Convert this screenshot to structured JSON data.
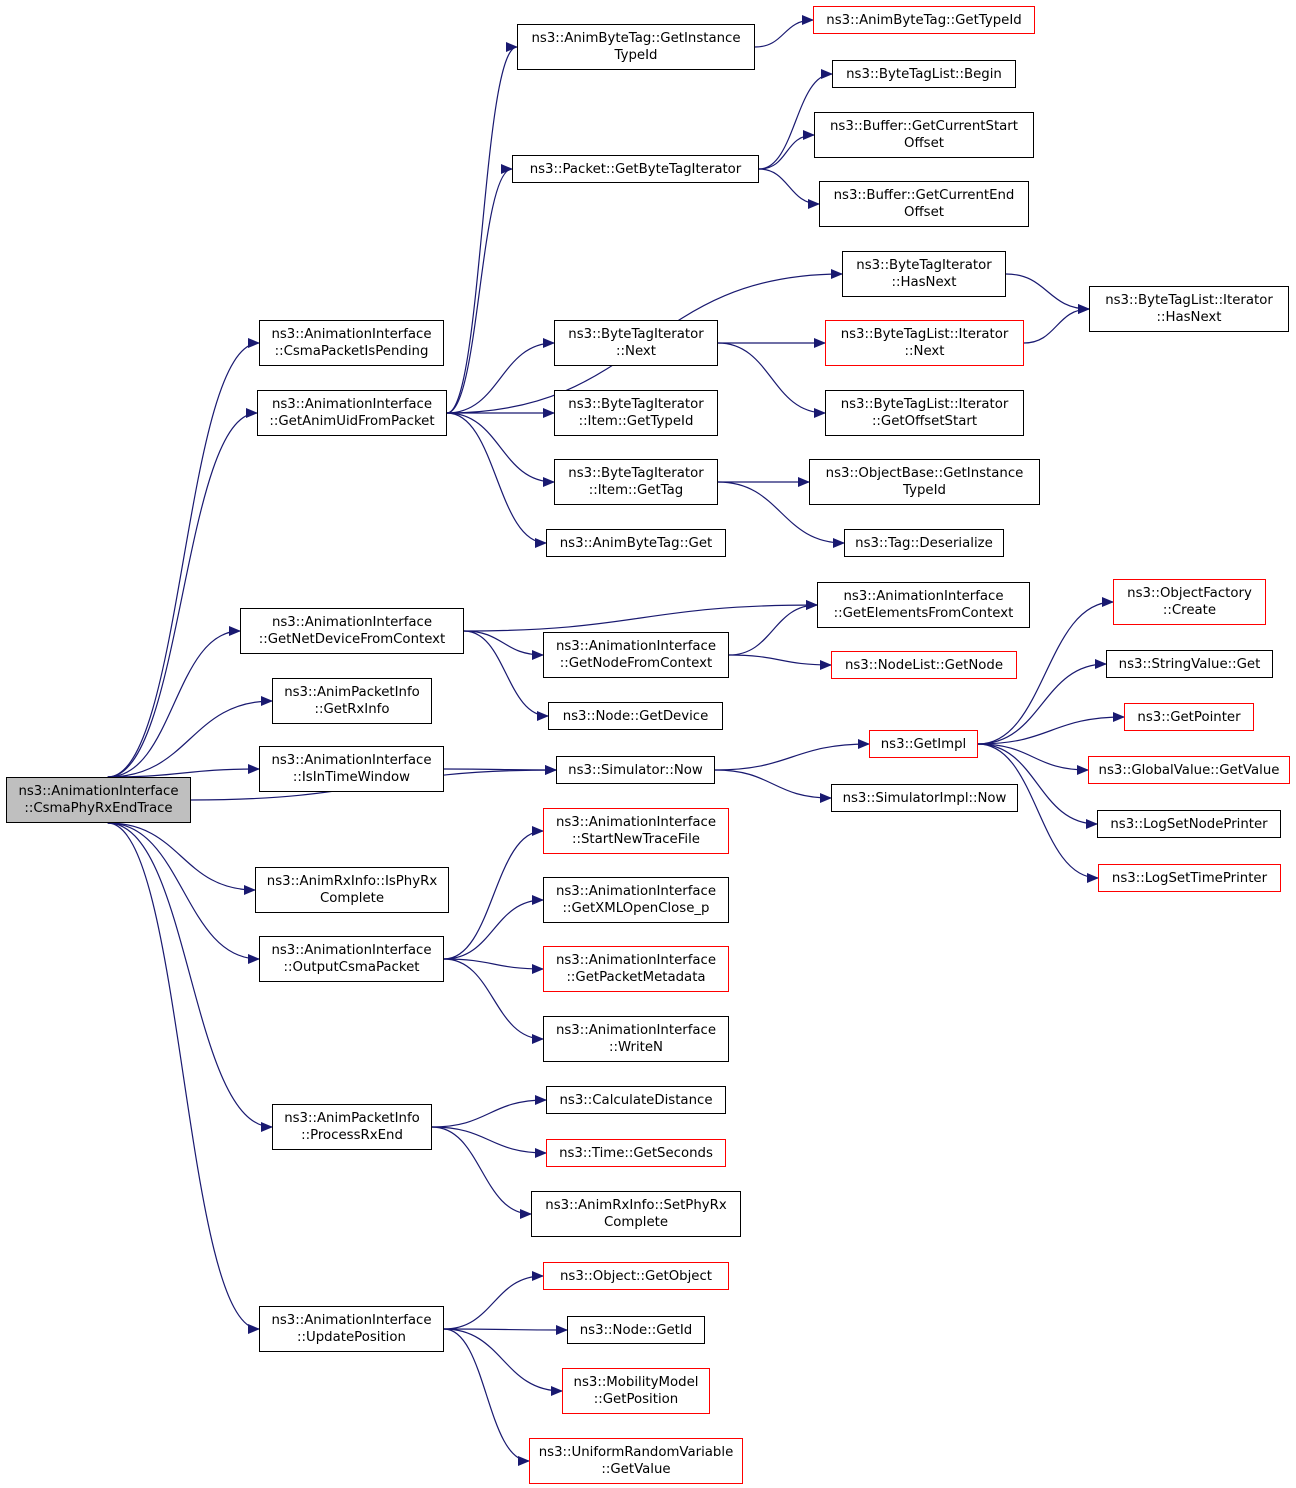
{
  "colors": {
    "edge": "#191970",
    "normal_border": "#000000",
    "truncated_border": "#ff0000",
    "root_fill": "#bfbfbf"
  },
  "nodes": [
    {
      "id": "root",
      "lines": [
        "ns3::AnimationInterface",
        "::CsmaPhyRxEndTrace"
      ],
      "style": "root"
    },
    {
      "id": "csma_pending",
      "lines": [
        "ns3::AnimationInterface",
        "::CsmaPacketIsPending"
      ],
      "style": "normal"
    },
    {
      "id": "get_anim_uid",
      "lines": [
        "ns3::AnimationInterface",
        "::GetAnimUidFromPacket"
      ],
      "style": "normal"
    },
    {
      "id": "get_netdevice",
      "lines": [
        "ns3::AnimationInterface",
        "::GetNetDeviceFromContext"
      ],
      "style": "normal"
    },
    {
      "id": "get_rxinfo",
      "lines": [
        "ns3::AnimPacketInfo",
        "::GetRxInfo"
      ],
      "style": "normal"
    },
    {
      "id": "is_in_time",
      "lines": [
        "ns3::AnimationInterface",
        "::IsInTimeWindow"
      ],
      "style": "normal"
    },
    {
      "id": "is_phy_rx",
      "lines": [
        "ns3::AnimRxInfo::IsPhyRx",
        "Complete"
      ],
      "style": "normal"
    },
    {
      "id": "output_csma",
      "lines": [
        "ns3::AnimationInterface",
        "::OutputCsmaPacket"
      ],
      "style": "normal"
    },
    {
      "id": "process_rx",
      "lines": [
        "ns3::AnimPacketInfo",
        "::ProcessRxEnd"
      ],
      "style": "normal"
    },
    {
      "id": "update_pos",
      "lines": [
        "ns3::AnimationInterface",
        "::UpdatePosition"
      ],
      "style": "normal"
    },
    {
      "id": "abt_instance",
      "lines": [
        "ns3::AnimByteTag::GetInstance",
        "TypeId"
      ],
      "style": "normal"
    },
    {
      "id": "abt_typeid",
      "lines": [
        "ns3::AnimByteTag::GetTypeId"
      ],
      "style": "truncated"
    },
    {
      "id": "btl_begin",
      "lines": [
        "ns3::ByteTagList::Begin"
      ],
      "style": "normal"
    },
    {
      "id": "buf_start",
      "lines": [
        "ns3::Buffer::GetCurrentStart",
        "Offset"
      ],
      "style": "normal"
    },
    {
      "id": "pkt_bti",
      "lines": [
        "ns3::Packet::GetByteTagIterator"
      ],
      "style": "normal"
    },
    {
      "id": "buf_end",
      "lines": [
        "ns3::Buffer::GetCurrentEnd",
        "Offset"
      ],
      "style": "normal"
    },
    {
      "id": "bti_hasnext",
      "lines": [
        "ns3::ByteTagIterator",
        "::HasNext"
      ],
      "style": "normal"
    },
    {
      "id": "btli_hasnext",
      "lines": [
        "ns3::ByteTagList::Iterator",
        "::HasNext"
      ],
      "style": "normal"
    },
    {
      "id": "bti_next",
      "lines": [
        "ns3::ByteTagIterator",
        "::Next"
      ],
      "style": "normal"
    },
    {
      "id": "btli_next",
      "lines": [
        "ns3::ByteTagList::Iterator",
        "::Next"
      ],
      "style": "truncated"
    },
    {
      "id": "bti_item_type",
      "lines": [
        "ns3::ByteTagIterator",
        "::Item::GetTypeId"
      ],
      "style": "normal"
    },
    {
      "id": "btli_offset",
      "lines": [
        "ns3::ByteTagList::Iterator",
        "::GetOffsetStart"
      ],
      "style": "normal"
    },
    {
      "id": "bti_item_tag",
      "lines": [
        "ns3::ByteTagIterator",
        "::Item::GetTag"
      ],
      "style": "normal"
    },
    {
      "id": "ob_instance",
      "lines": [
        "ns3::ObjectBase::GetInstance",
        "TypeId"
      ],
      "style": "normal"
    },
    {
      "id": "abt_get",
      "lines": [
        "ns3::AnimByteTag::Get"
      ],
      "style": "normal"
    },
    {
      "id": "tag_deser",
      "lines": [
        "ns3::Tag::Deserialize"
      ],
      "style": "normal"
    },
    {
      "id": "get_elements",
      "lines": [
        "ns3::AnimationInterface",
        "::GetElementsFromContext"
      ],
      "style": "normal"
    },
    {
      "id": "get_node_ctx",
      "lines": [
        "ns3::AnimationInterface",
        "::GetNodeFromContext"
      ],
      "style": "normal"
    },
    {
      "id": "nodelist_get",
      "lines": [
        "ns3::NodeList::GetNode"
      ],
      "style": "truncated"
    },
    {
      "id": "node_getdev",
      "lines": [
        "ns3::Node::GetDevice"
      ],
      "style": "normal"
    },
    {
      "id": "sim_now",
      "lines": [
        "ns3::Simulator::Now"
      ],
      "style": "normal"
    },
    {
      "id": "get_impl",
      "lines": [
        "ns3::GetImpl"
      ],
      "style": "truncated"
    },
    {
      "id": "simimpl_now",
      "lines": [
        "ns3::SimulatorImpl::Now"
      ],
      "style": "normal"
    },
    {
      "id": "of_create",
      "lines": [
        "ns3::ObjectFactory",
        "::Create"
      ],
      "style": "truncated"
    },
    {
      "id": "sv_get",
      "lines": [
        "ns3::StringValue::Get"
      ],
      "style": "normal"
    },
    {
      "id": "get_pointer",
      "lines": [
        "ns3::GetPointer"
      ],
      "style": "truncated"
    },
    {
      "id": "gv_getvalue",
      "lines": [
        "ns3::GlobalValue::GetValue"
      ],
      "style": "truncated"
    },
    {
      "id": "log_node",
      "lines": [
        "ns3::LogSetNodePrinter"
      ],
      "style": "normal"
    },
    {
      "id": "log_time",
      "lines": [
        "ns3::LogSetTimePrinter"
      ],
      "style": "truncated"
    },
    {
      "id": "start_trace",
      "lines": [
        "ns3::AnimationInterface",
        "::StartNewTraceFile"
      ],
      "style": "truncated"
    },
    {
      "id": "get_xml",
      "lines": [
        "ns3::AnimationInterface",
        "::GetXMLOpenClose_p"
      ],
      "style": "normal"
    },
    {
      "id": "get_pkt_meta",
      "lines": [
        "ns3::AnimationInterface",
        "::GetPacketMetadata"
      ],
      "style": "truncated"
    },
    {
      "id": "write_n",
      "lines": [
        "ns3::AnimationInterface",
        "::WriteN"
      ],
      "style": "normal"
    },
    {
      "id": "calc_dist",
      "lines": [
        "ns3::CalculateDistance"
      ],
      "style": "normal"
    },
    {
      "id": "time_sec",
      "lines": [
        "ns3::Time::GetSeconds"
      ],
      "style": "truncated"
    },
    {
      "id": "set_phy_rx",
      "lines": [
        "ns3::AnimRxInfo::SetPhyRx",
        "Complete"
      ],
      "style": "normal"
    },
    {
      "id": "get_object",
      "lines": [
        "ns3::Object::GetObject"
      ],
      "style": "truncated"
    },
    {
      "id": "node_getid",
      "lines": [
        "ns3::Node::GetId"
      ],
      "style": "normal"
    },
    {
      "id": "mm_getpos",
      "lines": [
        "ns3::MobilityModel",
        "::GetPosition"
      ],
      "style": "truncated"
    },
    {
      "id": "urv_getvalue",
      "lines": [
        "ns3::UniformRandomVariable",
        "::GetValue"
      ],
      "style": "truncated"
    }
  ],
  "edges": [
    [
      "root",
      "csma_pending"
    ],
    [
      "root",
      "get_anim_uid"
    ],
    [
      "root",
      "get_netdevice"
    ],
    [
      "root",
      "get_rxinfo"
    ],
    [
      "root",
      "is_in_time"
    ],
    [
      "root",
      "sim_now"
    ],
    [
      "root",
      "is_phy_rx"
    ],
    [
      "root",
      "output_csma"
    ],
    [
      "root",
      "process_rx"
    ],
    [
      "root",
      "update_pos"
    ],
    [
      "get_anim_uid",
      "abt_instance"
    ],
    [
      "get_anim_uid",
      "pkt_bti"
    ],
    [
      "get_anim_uid",
      "bti_hasnext"
    ],
    [
      "get_anim_uid",
      "bti_next"
    ],
    [
      "get_anim_uid",
      "bti_item_type"
    ],
    [
      "get_anim_uid",
      "bti_item_tag"
    ],
    [
      "get_anim_uid",
      "abt_get"
    ],
    [
      "abt_instance",
      "abt_typeid"
    ],
    [
      "pkt_bti",
      "btl_begin"
    ],
    [
      "pkt_bti",
      "buf_start"
    ],
    [
      "pkt_bti",
      "buf_end"
    ],
    [
      "bti_hasnext",
      "btli_hasnext"
    ],
    [
      "bti_next",
      "btli_next"
    ],
    [
      "bti_next",
      "btli_offset"
    ],
    [
      "btli_next",
      "btli_hasnext"
    ],
    [
      "bti_item_tag",
      "ob_instance"
    ],
    [
      "bti_item_tag",
      "tag_deser"
    ],
    [
      "get_netdevice",
      "get_elements"
    ],
    [
      "get_netdevice",
      "get_node_ctx"
    ],
    [
      "get_netdevice",
      "node_getdev"
    ],
    [
      "get_node_ctx",
      "get_elements"
    ],
    [
      "get_node_ctx",
      "nodelist_get"
    ],
    [
      "is_in_time",
      "sim_now"
    ],
    [
      "sim_now",
      "get_impl"
    ],
    [
      "sim_now",
      "simimpl_now"
    ],
    [
      "get_impl",
      "of_create"
    ],
    [
      "get_impl",
      "sv_get"
    ],
    [
      "get_impl",
      "get_pointer"
    ],
    [
      "get_impl",
      "gv_getvalue"
    ],
    [
      "get_impl",
      "log_node"
    ],
    [
      "get_impl",
      "log_time"
    ],
    [
      "output_csma",
      "start_trace"
    ],
    [
      "output_csma",
      "get_xml"
    ],
    [
      "output_csma",
      "get_pkt_meta"
    ],
    [
      "output_csma",
      "write_n"
    ],
    [
      "process_rx",
      "calc_dist"
    ],
    [
      "process_rx",
      "time_sec"
    ],
    [
      "process_rx",
      "set_phy_rx"
    ],
    [
      "update_pos",
      "get_object"
    ],
    [
      "update_pos",
      "node_getid"
    ],
    [
      "update_pos",
      "mm_getpos"
    ],
    [
      "update_pos",
      "urv_getvalue"
    ]
  ]
}
